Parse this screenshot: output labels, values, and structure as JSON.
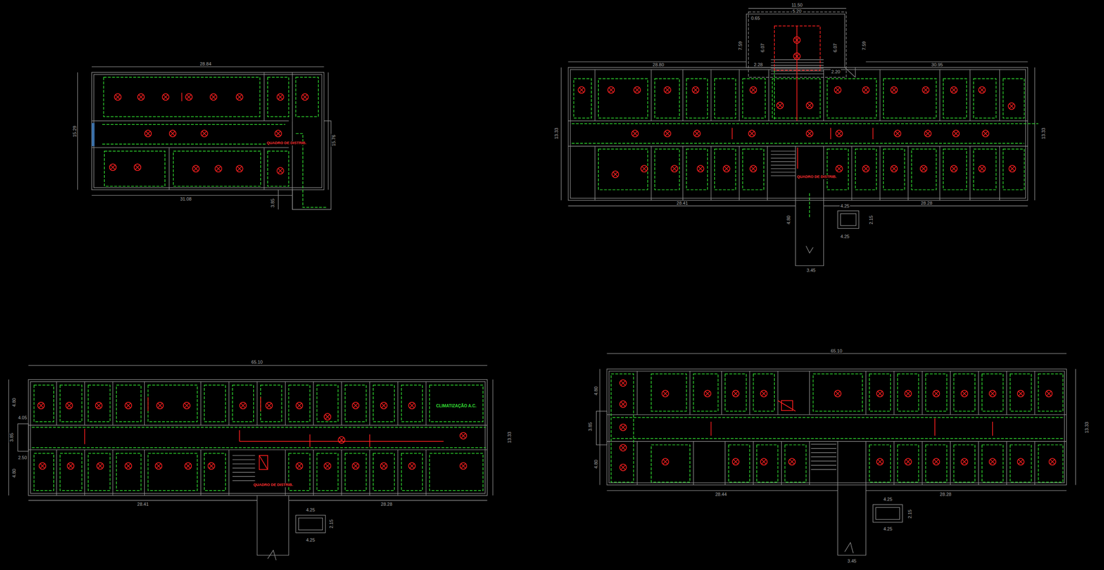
{
  "diagram": {
    "labels": [
      "28.84",
      "15.29",
      "31.08",
      "15.76",
      "3.85",
      "QUADRO DE DISTRIB.",
      "11.50",
      "5.20",
      "0.65",
      "7.59",
      "6.07",
      "6.07",
      "7.59",
      "2.28",
      "2.20",
      "28.80",
      "30.95",
      "13.33",
      "13.33",
      "28.41",
      "28.28",
      "4.25",
      "2.15",
      "4.25",
      "4.80",
      "3.45",
      "QUADRO DE DISTRIB.",
      "65.10",
      "4.80",
      "4.05",
      "3.85",
      "2.50",
      "4.80",
      "13.33",
      "28.41",
      "28.28",
      "4.25",
      "2.15",
      "4.25",
      "CLIMATIZAÇÃO A.C.",
      "QUADRO DE DISTRIB.",
      "65.10",
      "4.80",
      "3.85",
      "4.80",
      "13.33",
      "28.44",
      "28.28",
      "4.25",
      "2.15",
      "4.25",
      "3.45"
    ]
  }
}
